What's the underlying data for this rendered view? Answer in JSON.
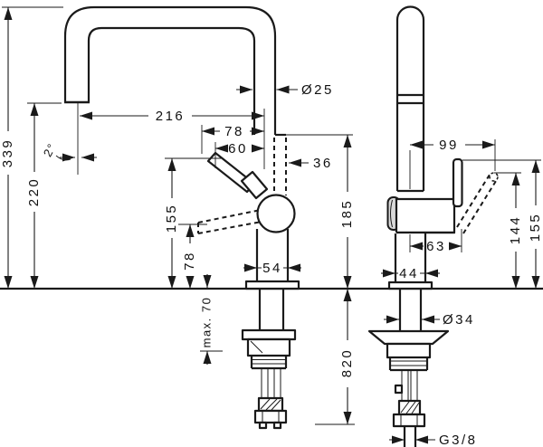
{
  "drawing": {
    "type": "technical-dimension-drawing",
    "subject": "kitchen faucet, front view and side view with installation dimensions",
    "background_color": "#ffffff",
    "line_color": "#1a1a1a"
  },
  "front_view": {
    "total_height": "339",
    "spout_clearance_height": "220",
    "spout_reach": "216",
    "spout_angle": "2°",
    "handle_reach": "78",
    "cartridge_offset": "60",
    "spout_pipe_diameter": "Ø25",
    "upper_body_width": "36",
    "handle_tip_height": "155",
    "handle_down_height": "78",
    "body_height_above_deck": "185",
    "base_diameter": "54",
    "max_counter_thickness": "max. 70",
    "hose_length_below_deck": "820"
  },
  "side_view": {
    "handle_side_reach": "99",
    "handle_raised_tip_height": "144",
    "handle_top_height": "155",
    "handle_pivot_offset": "63",
    "base_width": "44",
    "shank_diameter": "Ø34",
    "connection_thread": "G3/8"
  }
}
